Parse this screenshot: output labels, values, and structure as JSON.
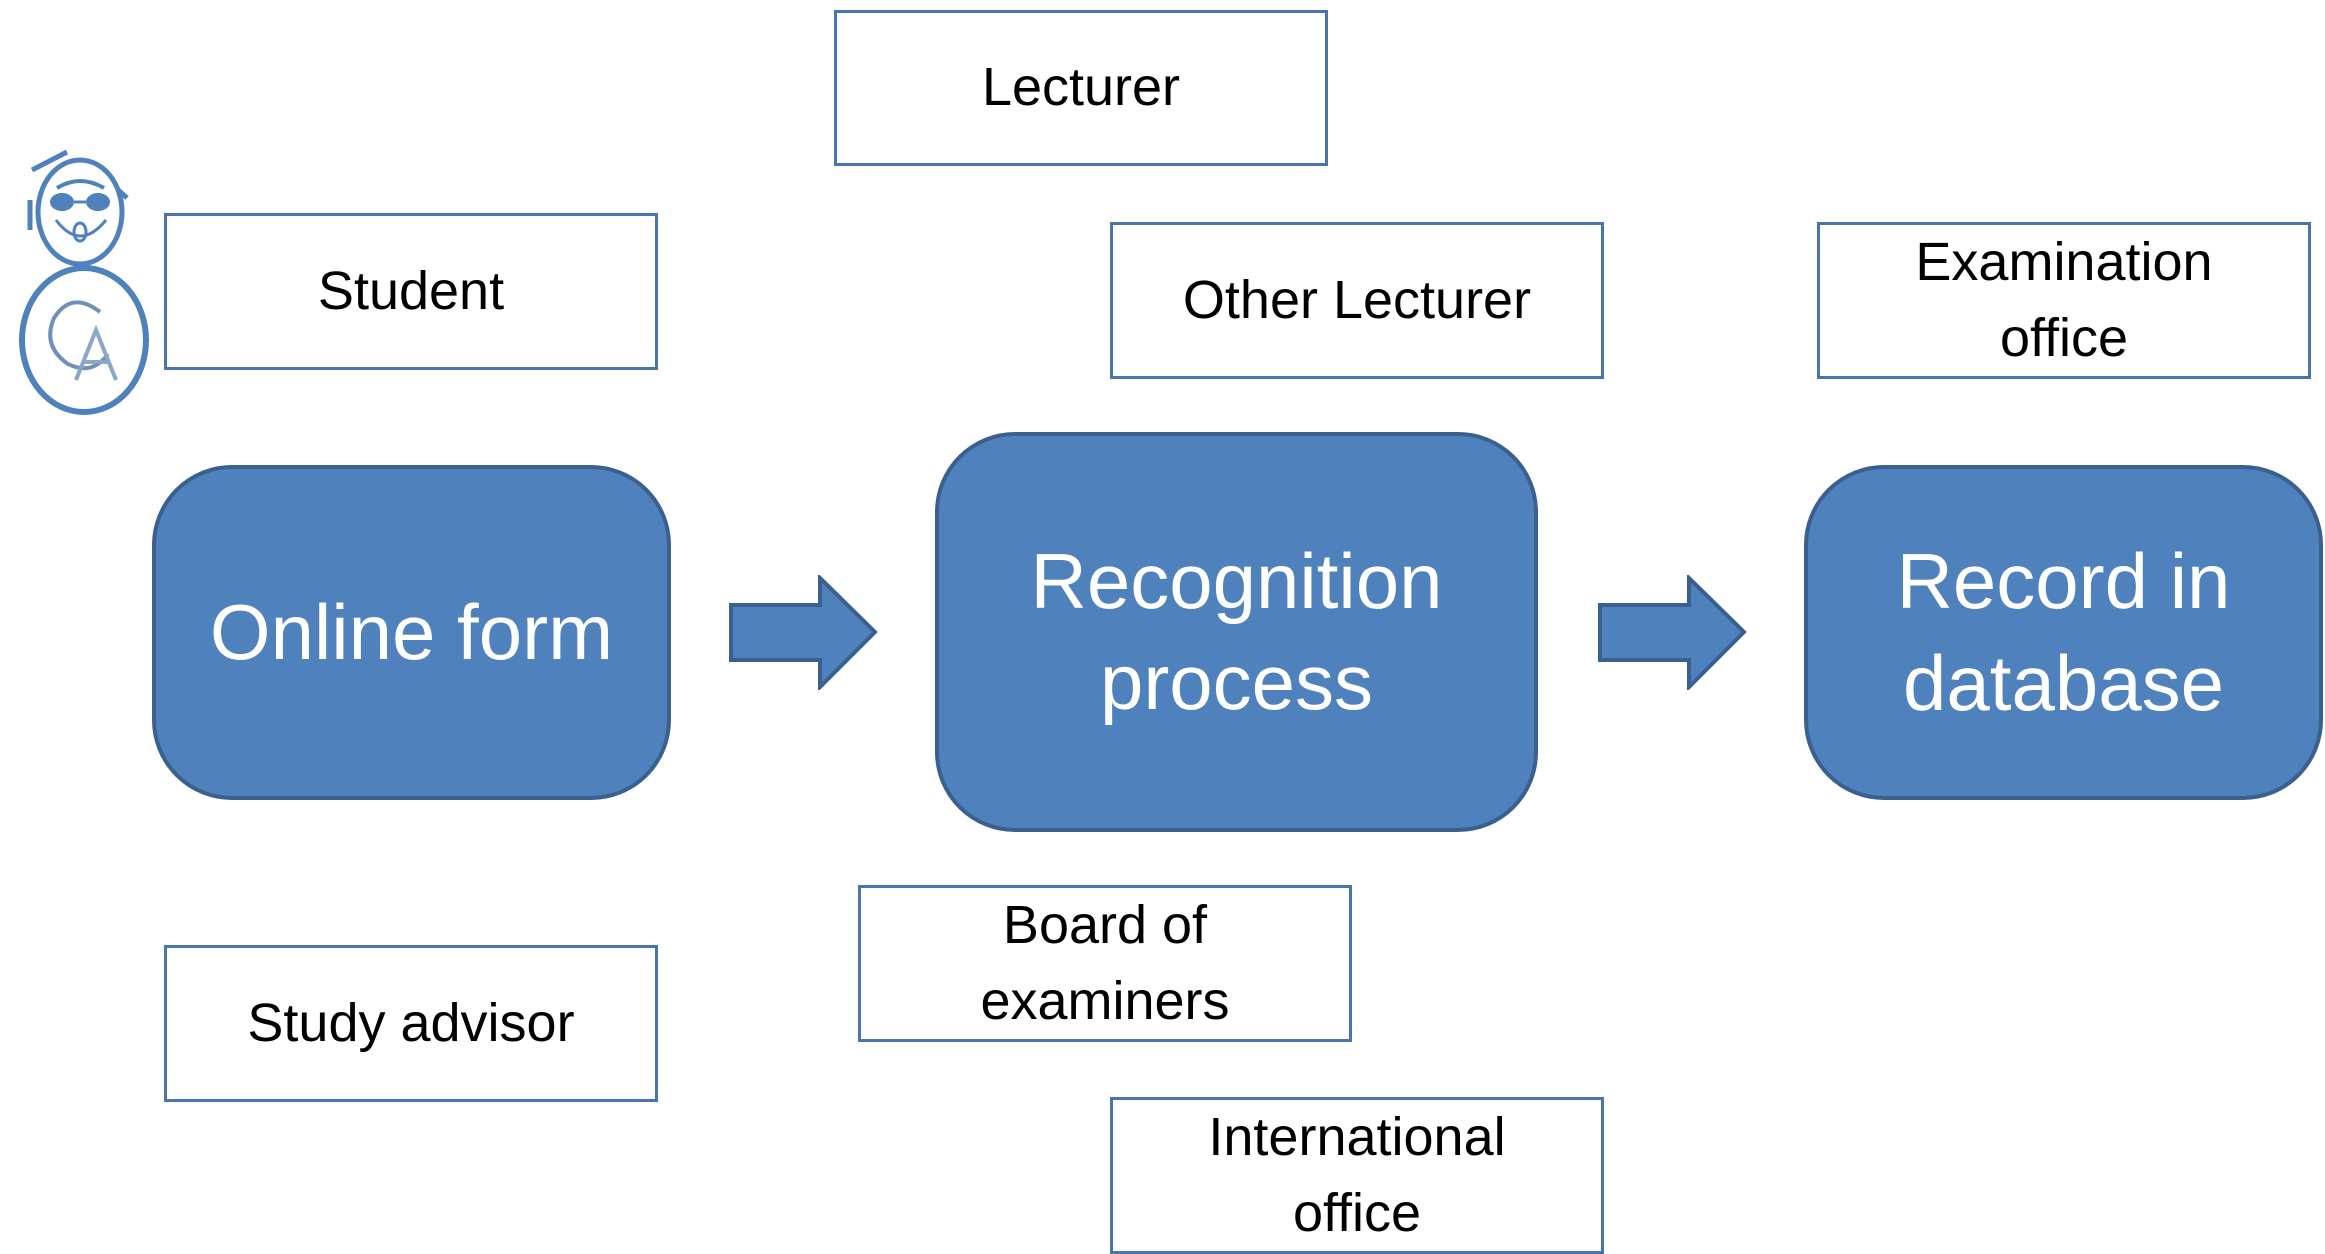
{
  "actors": {
    "lecturer": "Lecturer",
    "student": "Student",
    "other_lecturer": "Other Lecturer",
    "examination_office": "Examination\noffice",
    "study_advisor": "Study advisor",
    "board_of_examiners": "Board of\nexaminers",
    "international_office": "International\noffice"
  },
  "process": {
    "online_form": "Online form",
    "recognition_process": "Recognition\nprocess",
    "record_in_database": "Record in\ndatabase"
  },
  "logo": {
    "icon": "university-mascot-logo"
  },
  "colors": {
    "box_fill": "#4f81bd",
    "box_border": "#3a6090",
    "outline": "#4a74ad"
  }
}
